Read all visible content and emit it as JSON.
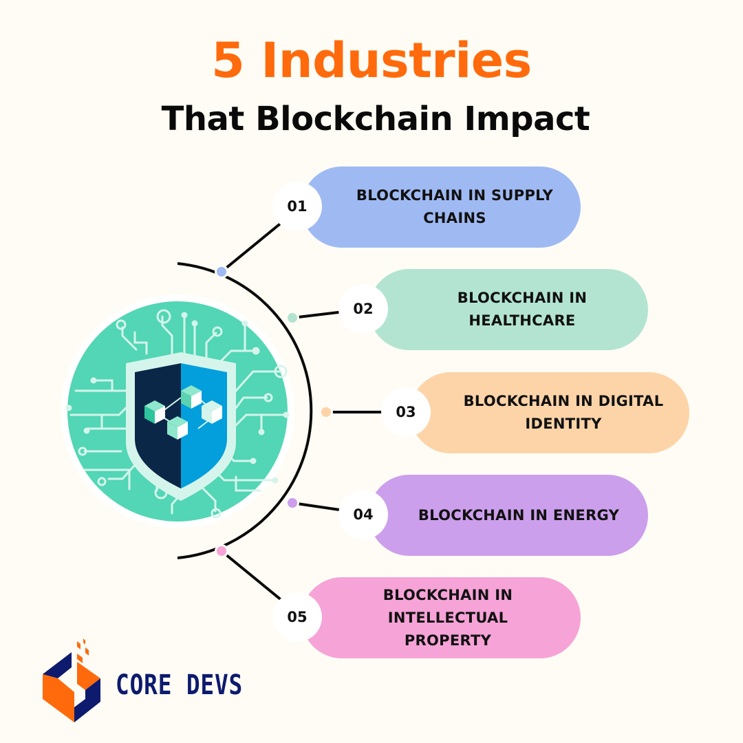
{
  "header": {
    "title": "5 Industries",
    "subtitle": "That Blockchain Impact"
  },
  "colors": {
    "background": "#fefcf4",
    "title": "#ff6a0c",
    "hub_circle": "#52d6b5",
    "shield_dark": "#0b2747",
    "shield_light": "#039fdc",
    "logo_navy": "#0d1a6e",
    "logo_orange": "#ff6a0c"
  },
  "items": [
    {
      "number": "01",
      "label": "BLOCKCHAIN IN SUPPLY CHAINS",
      "color": "#9fbaf3"
    },
    {
      "number": "02",
      "label": "BLOCKCHAIN IN HEALTHCARE",
      "color": "#b3e4d2"
    },
    {
      "number": "03",
      "label": "BLOCKCHAIN IN DIGITAL IDENTITY",
      "color": "#fdd4a8"
    },
    {
      "number": "04",
      "label": "BLOCKCHAIN IN ENERGY",
      "color": "#cc9fec"
    },
    {
      "number": "05",
      "label": "BLOCKCHAIN IN INTELLECTUAL PROPERTY",
      "color": "#f6a3d7"
    }
  ],
  "hub": {
    "icon": "blockchain-shield-icon"
  },
  "brand": {
    "name": "CORE DEVS",
    "icon": "core-devs-logo-icon"
  }
}
